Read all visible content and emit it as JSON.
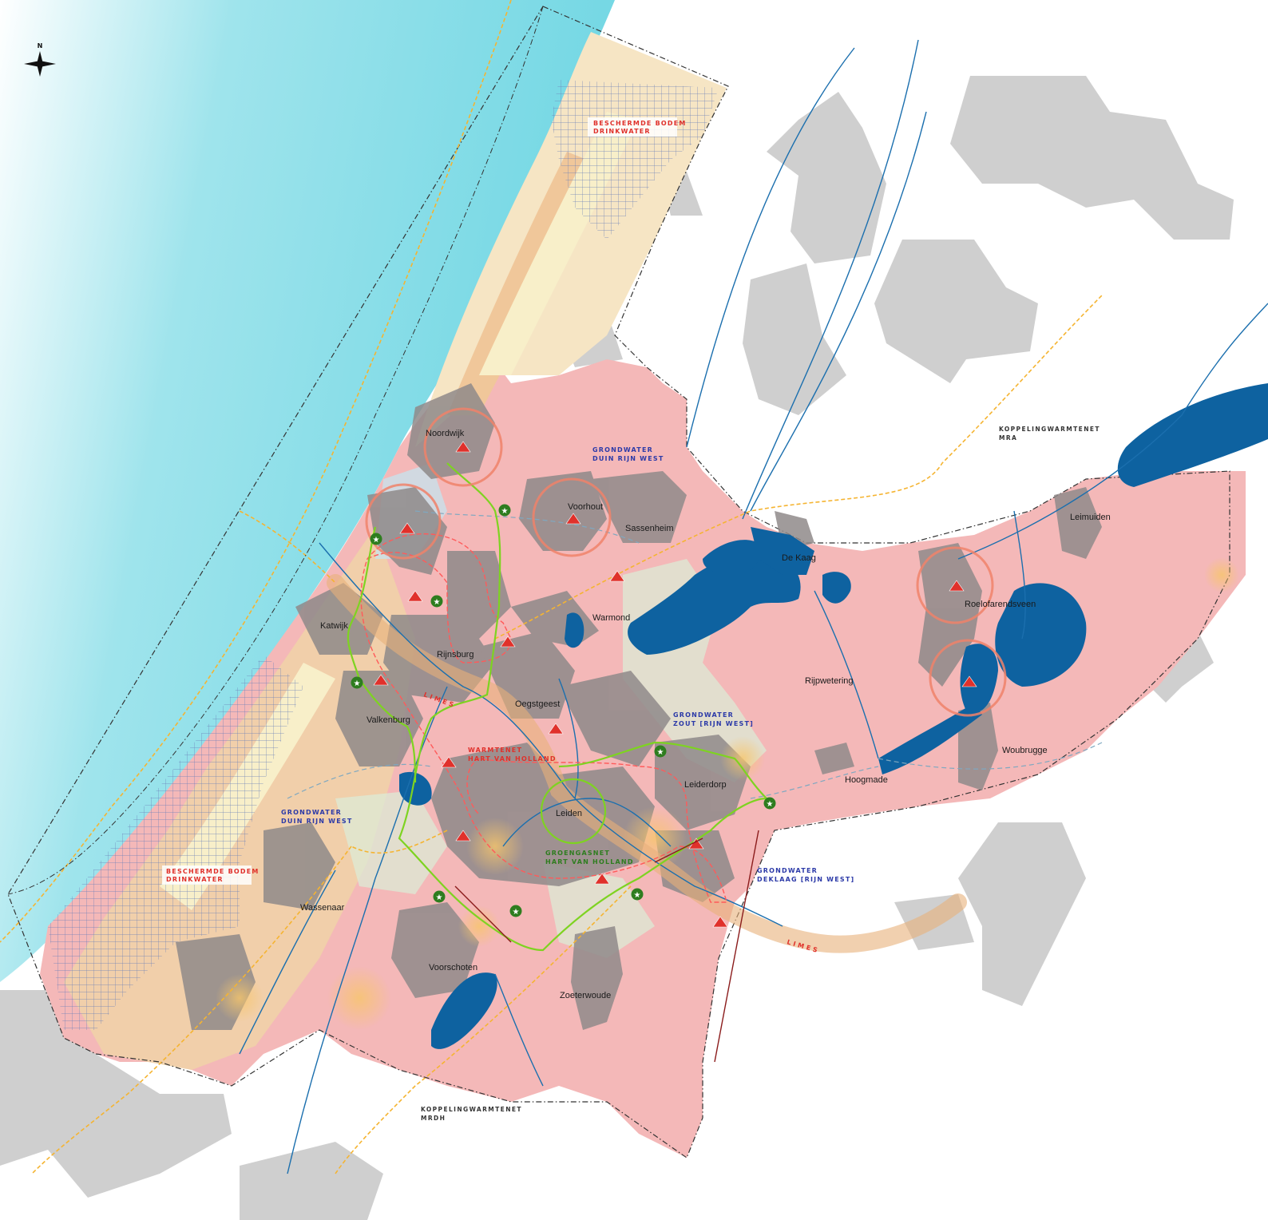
{
  "compass": {
    "north_label": "N"
  },
  "places": {
    "noordwijk": "Noordwijk",
    "voorhout": "Voorhout",
    "sassenheim": "Sassenheim",
    "de_kaag": "De Kaag",
    "leimuiden": "Leimuiden",
    "roelofarendsveen": "Roelofarendsveen",
    "warmond": "Warmond",
    "katwijk": "Katwijk",
    "rijnsburg": "Rijnsburg",
    "oegstgeest": "Oegstgeest",
    "valkenburg": "Valkenburg",
    "rijpwetering": "Rijpwetering",
    "woubrugge": "Woubrugge",
    "hoogmade": "Hoogmade",
    "leiderdorp": "Leiderdorp",
    "leiden": "Leiden",
    "wassenaar": "Wassenaar",
    "voorschoten": "Voorschoten",
    "zoeterwoude": "Zoeterwoude"
  },
  "labels": {
    "beschermde_bodem_north": {
      "line1": "BESCHERMDE BODEM",
      "line2": "DRINKWATER"
    },
    "beschermde_bodem_south": {
      "line1": "BESCHERMDE BODEM",
      "line2": "DRINKWATER"
    },
    "grondwater_duin_north": {
      "line1": "GRONDWATER",
      "line2": "DUIN RIJN WEST"
    },
    "grondwater_duin_south": {
      "line1": "GRONDWATER",
      "line2": "DUIN RIJN WEST"
    },
    "grondwater_zout": {
      "line1": "GRONDWATER",
      "line2": "ZOUT [RIJN WEST]"
    },
    "grondwater_deklaag": {
      "line1": "GRONDWATER",
      "line2": "DEKLAAG [RIJN WEST]"
    },
    "warmtenet": {
      "line1": "WARMTENET",
      "line2": "HART VAN HOLLAND"
    },
    "groengasnet": {
      "line1": "GROENGASNET",
      "line2": "HART VAN HOLLAND"
    },
    "koppeling_mra": {
      "line1": "KOPPELINGWARMTENET",
      "line2": "MRA"
    },
    "koppeling_mrdh": {
      "line1": "KOPPELINGWARMTENET",
      "line2": "MRDH"
    },
    "limes_west": "LIMES",
    "limes_east": "LIMES"
  },
  "colors": {
    "sea": "#6fd6e3",
    "municipality_fill": "#f2b2b2",
    "urban": "#8f8a8a",
    "urban_outside": "#c9c9c9",
    "water": "#0e62a0",
    "dunes": "#f8efc9",
    "geothermal_circle": "#f0826a",
    "warmtenet_line": "#ff5a5a",
    "groengas_line": "#7ed321",
    "koppeling_line": "#f5b431",
    "groundwater_dash": "#7fa8c0",
    "boundary": "#333333"
  }
}
